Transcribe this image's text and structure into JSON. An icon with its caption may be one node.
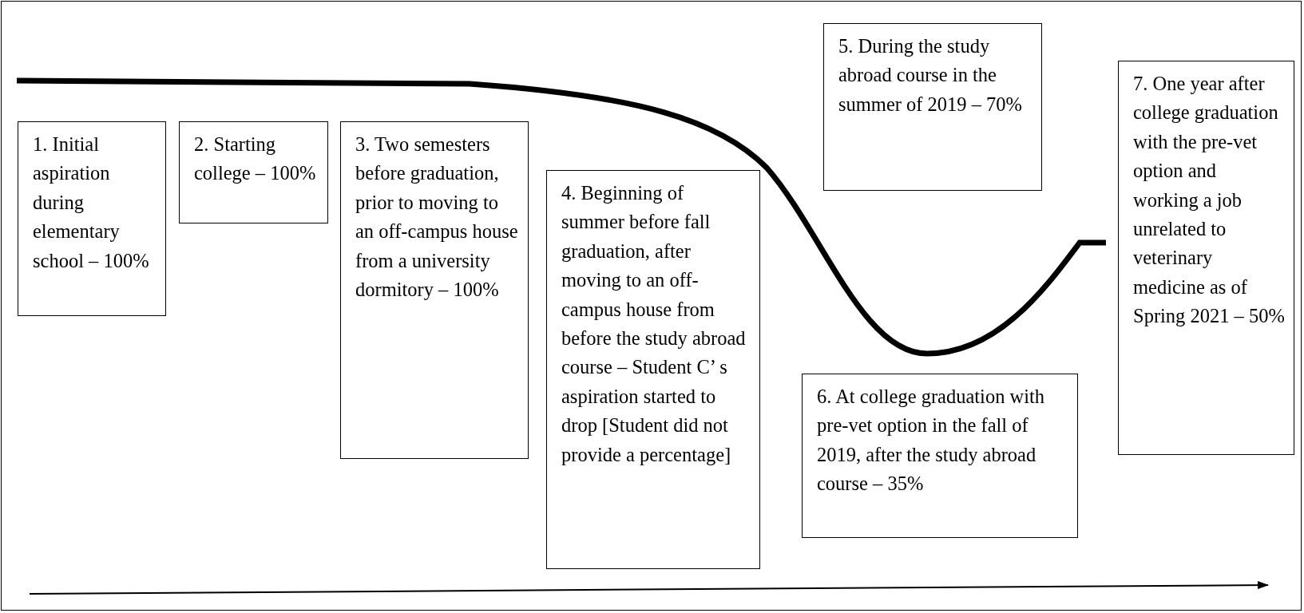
{
  "diagram": {
    "nodes": [
      {
        "text": [
          "1. Initial aspiration during elementary school – 100%"
        ]
      },
      {
        "text": [
          "2. Starting college – 100%"
        ]
      },
      {
        "text": [
          "3. Two semesters before graduation, prior to moving to an off-campus house from a university dormitory – 100%"
        ]
      },
      {
        "text": [
          "4. Beginning of summer before fall graduation, after moving to an off-campus house from before the study abroad course – Student C’ s aspiration started to drop [Student did not provide a percentage]"
        ]
      },
      {
        "text": [
          "5. During the study abroad course in the summer of 2019 – 70%"
        ]
      },
      {
        "text": [
          "6. At college graduation with pre-vet option in the fall of 2019, after the study abroad course – 35%"
        ]
      },
      {
        "text": [
          "7. One year after college graduation with the pre-vet option and working a job unrelated to veterinary medicine as of Spring 2021 – 50%"
        ]
      }
    ]
  }
}
